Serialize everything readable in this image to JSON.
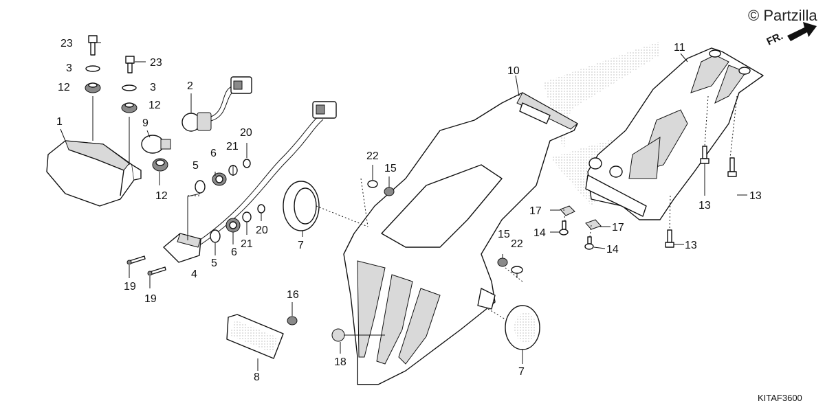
{
  "watermark": "© Partzilla",
  "direction_label": "FR.",
  "diagram_code": "KITAF3600",
  "callouts": [
    {
      "id": "c1",
      "label": "1"
    },
    {
      "id": "c2",
      "label": "2"
    },
    {
      "id": "c3a",
      "label": "3"
    },
    {
      "id": "c3b",
      "label": "3"
    },
    {
      "id": "c4",
      "label": "4"
    },
    {
      "id": "c5a",
      "label": "5"
    },
    {
      "id": "c5b",
      "label": "5"
    },
    {
      "id": "c6a",
      "label": "6"
    },
    {
      "id": "c6b",
      "label": "6"
    },
    {
      "id": "c7a",
      "label": "7"
    },
    {
      "id": "c7b",
      "label": "7"
    },
    {
      "id": "c8",
      "label": "8"
    },
    {
      "id": "c9",
      "label": "9"
    },
    {
      "id": "c10",
      "label": "10"
    },
    {
      "id": "c11",
      "label": "11"
    },
    {
      "id": "c12a",
      "label": "12"
    },
    {
      "id": "c12b",
      "label": "12"
    },
    {
      "id": "c12c",
      "label": "12"
    },
    {
      "id": "c13a",
      "label": "13"
    },
    {
      "id": "c13b",
      "label": "13"
    },
    {
      "id": "c13c",
      "label": "13"
    },
    {
      "id": "c14a",
      "label": "14"
    },
    {
      "id": "c14b",
      "label": "14"
    },
    {
      "id": "c15a",
      "label": "15"
    },
    {
      "id": "c15b",
      "label": "15"
    },
    {
      "id": "c16",
      "label": "16"
    },
    {
      "id": "c17a",
      "label": "17"
    },
    {
      "id": "c17b",
      "label": "17"
    },
    {
      "id": "c18",
      "label": "18"
    },
    {
      "id": "c19a",
      "label": "19"
    },
    {
      "id": "c19b",
      "label": "19"
    },
    {
      "id": "c20a",
      "label": "20"
    },
    {
      "id": "c20b",
      "label": "20"
    },
    {
      "id": "c21a",
      "label": "21"
    },
    {
      "id": "c21b",
      "label": "21"
    },
    {
      "id": "c22a",
      "label": "22"
    },
    {
      "id": "c22b",
      "label": "22"
    },
    {
      "id": "c23a",
      "label": "23"
    },
    {
      "id": "c23b",
      "label": "23"
    }
  ]
}
